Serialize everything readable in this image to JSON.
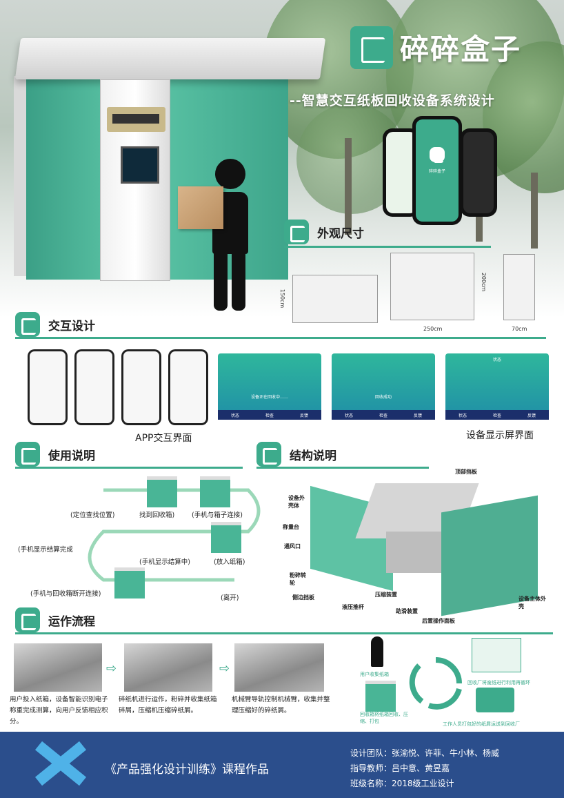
{
  "header": {
    "brand_title": "碎碎盒子",
    "subtitle": "--智慧交互纸板回收设备系统设计"
  },
  "colors": {
    "accent": "#3dab8c",
    "footer": "#2b4e8c"
  },
  "phones": {
    "app_name": "碎碎盒子"
  },
  "sections": {
    "dimensions": "外观尺寸",
    "interaction": "交互设计",
    "usage": "使用说明",
    "structure": "结构说明",
    "process": "运作流程"
  },
  "dimensions": {
    "height": "150cm",
    "depth_height": "200cm",
    "width": "250cm",
    "side_width": "70cm"
  },
  "interaction": {
    "app_caption": "APP交互界面",
    "device_caption": "设备显示屏界面",
    "screens": [
      {
        "msg": "设备正在回收中……",
        "tabs": [
          "状态",
          "检查",
          "反馈"
        ]
      },
      {
        "msg": "回收成功",
        "tabs": [
          "状态",
          "检查",
          "反馈"
        ]
      },
      {
        "msg": "状态",
        "tabs": [
          "状态",
          "检查",
          "反馈"
        ]
      }
    ]
  },
  "usage": {
    "steps": [
      "(定位查找位置)",
      "找到回收箱)",
      "(手机与箱子连接)",
      "(放入纸箱)",
      "(手机显示结算中)",
      "(手机显示结算完成",
      "(手机与回收箱断开连接)",
      "(离开)"
    ]
  },
  "structure": {
    "labels": [
      "顶部挡板",
      "设备外壳体",
      "称量台",
      "通风口",
      "粉碎转轮",
      "侧边挡板",
      "液压推杆",
      "压缩装置",
      "助滑装置",
      "后置操作面板",
      "设备主体外壳"
    ]
  },
  "process": {
    "steps": [
      "用户投入纸箱，设备智能识别电子称重完成测算，向用户反馈相应积分。",
      "碎纸机进行运作，粉碎并收集纸箱碎屑，压缩机压缩碎纸屑。",
      "机械臂导轨控制机械臂，收集并整理压缩好的碎纸屑。"
    ],
    "cycle": [
      "用户收集纸箱",
      "回收厂将废纸进行利用再循环",
      "回收箱将纸箱回收、压缩、打包",
      "工作人员打包好的纸屑运送到回收厂"
    ]
  },
  "footer": {
    "course": "《产品强化设计训练》课程作品",
    "team": "设计团队：张渝悦、许菲、牛小林、杨威",
    "teacher": "指导教师：吕中意、黄昱嘉",
    "class": "班级名称：2018级工业设计"
  }
}
